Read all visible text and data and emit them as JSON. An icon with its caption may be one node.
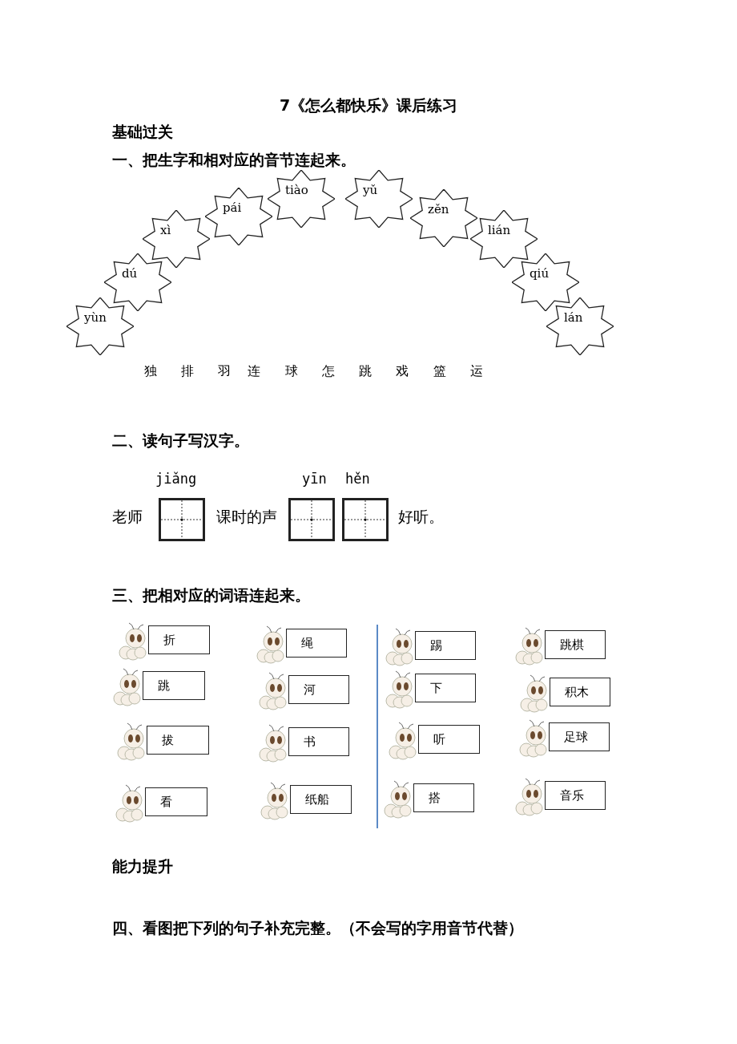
{
  "diagram": {
    "title": "7《怎么都快乐》课后练习",
    "nodes": [
      {
        "text": [
          "yùn"
        ]
      },
      {
        "text": [
          "dú"
        ]
      },
      {
        "text": [
          "xì"
        ]
      },
      {
        "text": [
          "pái"
        ]
      },
      {
        "text": [
          "tiào"
        ]
      },
      {
        "text": [
          "yǔ"
        ]
      },
      {
        "text": [
          "zěn"
        ]
      },
      {
        "text": [
          "lián"
        ]
      },
      {
        "text": [
          "qiú"
        ]
      },
      {
        "text": [
          "lán"
        ]
      },
      {
        "text": [],
        "shape": "box"
      },
      {
        "text": [],
        "shape": "box"
      },
      {
        "text": [],
        "shape": "box"
      },
      {
        "text": [
          "折"
        ]
      },
      {
        "text": [
          "绳"
        ]
      },
      {
        "text": [
          "踢"
        ]
      },
      {
        "text": [
          "跳棋"
        ]
      },
      {
        "text": [
          "跳"
        ]
      },
      {
        "text": [
          "河"
        ]
      },
      {
        "text": [
          "下"
        ]
      },
      {
        "text": [
          "积木"
        ]
      },
      {
        "text": [
          "拔"
        ]
      },
      {
        "text": [
          "书"
        ]
      },
      {
        "text": [
          "听"
        ]
      },
      {
        "text": [
          "足球"
        ]
      },
      {
        "text": [
          "看"
        ]
      },
      {
        "text": [
          "纸船"
        ]
      },
      {
        "text": [
          "搭"
        ]
      },
      {
        "text": [
          "音乐"
        ]
      }
    ],
    "labels": [
      "基础过关",
      "一、把生字和相对应的音节连起来。",
      "独",
      "排",
      "羽",
      "连",
      "球",
      "怎",
      "跳",
      "戏",
      "篮",
      "运",
      "二、读句子写汉字。",
      "jiǎng",
      "yīn",
      "hěn",
      "老师",
      "课时的声",
      "好听。",
      "三、把相对应的词语连起来。",
      "能力提升",
      "四、看图把下列的句子补充完整。（不会写的字用音节代替）"
    ]
  }
}
